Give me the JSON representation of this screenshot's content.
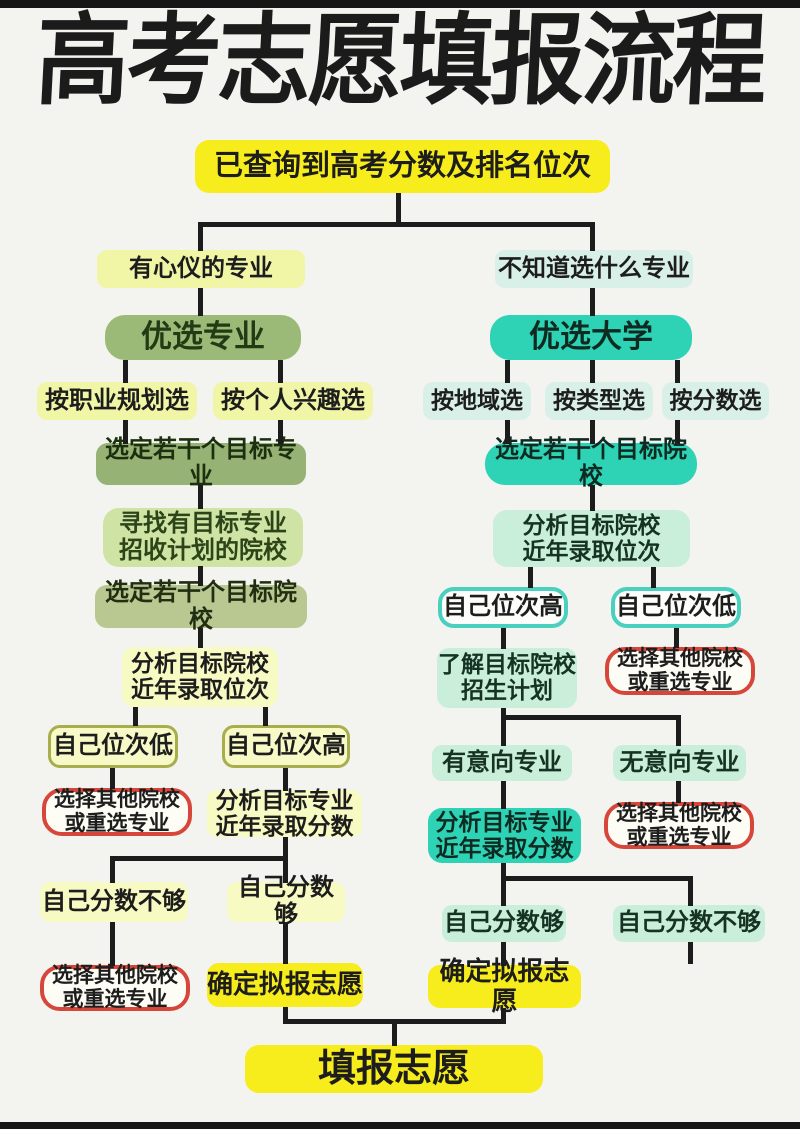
{
  "title": "高考志愿填报流程",
  "colors": {
    "background": "#f3f3ef",
    "line": "#1c1c1c",
    "yellow": "#f8ed1c",
    "pale_lime": "#f1f6a6",
    "sage_green": "#9cba77",
    "olive_green": "#96b274",
    "light_green": "#cfe3a5",
    "olive_light": "#b9c791",
    "pale_yellow": "#f7fac2",
    "yellow_border": "#a8ad4d",
    "red_border": "#d7463b",
    "teal": "#2ed3b6",
    "pale_cyan": "#d9f0e9",
    "pale_mint": "#c9eeda",
    "teal_border": "#49d0bf"
  },
  "nodes": {
    "start": {
      "label": "已查询到高考分数及排名位次"
    },
    "left_has_major": {
      "label": "有心仪的专业"
    },
    "left_prefer_major": {
      "label": "优选专业"
    },
    "left_by_career": {
      "label": "按职业规划选"
    },
    "left_by_interest": {
      "label": "按个人兴趣选"
    },
    "left_pick_majors": {
      "label": "选定若干个目标专业"
    },
    "left_find_schools": {
      "label": "寻找有目标专业\n招收计划的院校"
    },
    "left_pick_schools": {
      "label": "选定若干个目标院校"
    },
    "left_analyze_rank": {
      "label": "分析目标院校\n近年录取位次"
    },
    "left_rank_low": {
      "label": "自己位次低"
    },
    "left_rank_high": {
      "label": "自己位次高"
    },
    "left_choose_other_1": {
      "label": "选择其他院校\n或重选专业"
    },
    "left_analyze_scores": {
      "label": "分析目标专业\n近年录取分数"
    },
    "left_score_not_enough": {
      "label": "自己分数不够"
    },
    "left_score_enough": {
      "label": "自己分数够"
    },
    "left_choose_other_2": {
      "label": "选择其他院校\n或重选专业"
    },
    "left_confirm": {
      "label": "确定拟报志愿"
    },
    "right_unknown_major": {
      "label": "不知道选什么专业"
    },
    "right_prefer_univ": {
      "label": "优选大学"
    },
    "right_by_region": {
      "label": "按地域选"
    },
    "right_by_type": {
      "label": "按类型选"
    },
    "right_by_score": {
      "label": "按分数选"
    },
    "right_pick_schools": {
      "label": "选定若干个目标院校"
    },
    "right_analyze_rank": {
      "label": "分析目标院校\n近年录取位次"
    },
    "right_rank_high": {
      "label": "自己位次高"
    },
    "right_rank_low": {
      "label": "自己位次低"
    },
    "right_choose_other_1": {
      "label": "选择其他院校\n或重选专业"
    },
    "right_learn_plan": {
      "label": "了解目标院校\n招生计划"
    },
    "right_has_intent": {
      "label": "有意向专业"
    },
    "right_no_intent": {
      "label": "无意向专业"
    },
    "right_analyze_scores": {
      "label": "分析目标专业\n近年录取分数"
    },
    "right_choose_other_2": {
      "label": "选择其他院校\n或重选专业"
    },
    "right_score_enough": {
      "label": "自己分数够"
    },
    "right_score_not_enough": {
      "label": "自己分数不够"
    },
    "right_confirm": {
      "label": "确定拟报志愿"
    },
    "final": {
      "label": "填报志愿"
    }
  }
}
